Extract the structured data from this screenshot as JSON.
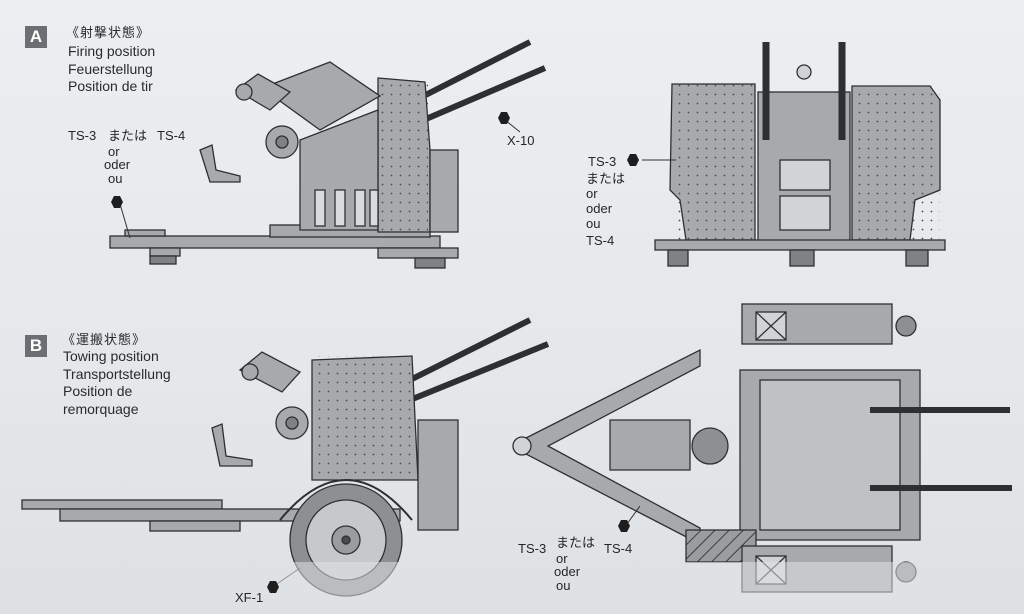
{
  "section_a": {
    "badge": "A",
    "title_jp": "《射撃状態》",
    "lines": [
      "Firing position",
      "Feuerstellung",
      "Position de tir"
    ]
  },
  "section_b": {
    "badge": "B",
    "title_jp": "《運搬状態》",
    "lines": [
      "Towing position",
      "Transportstellung",
      "Position de",
      "remorquage"
    ]
  },
  "paints": {
    "ts3": "TS-3",
    "ts4": "TS-4",
    "x10": "X-10",
    "xf1": "XF-1",
    "or_jp": "または",
    "or_en": "or",
    "or_de": "oder",
    "or_fr": "ou"
  },
  "colors": {
    "paper": "#e9ecef",
    "gun_fill": "#a7aaac",
    "gun_stroke": "#2e2f30",
    "badge": "#6b6e72"
  }
}
